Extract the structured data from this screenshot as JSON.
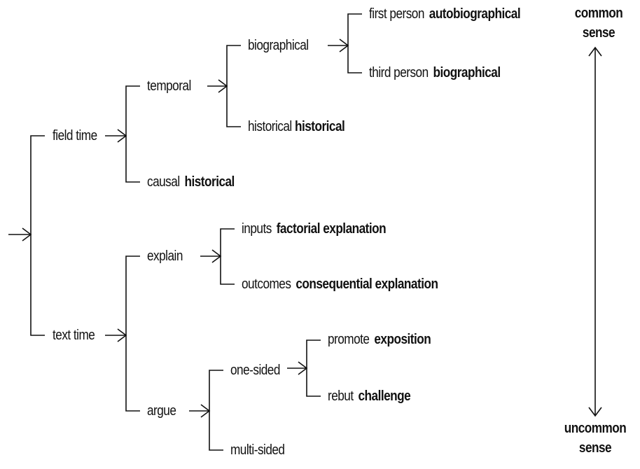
{
  "nodes": {
    "field_time": "field time",
    "text_time": "text time",
    "temporal": "temporal",
    "causal": "causal",
    "causal_genre": "historical",
    "biographical": "biographical",
    "historical_node": "historical",
    "historical_genre": "historical",
    "first_person": "first person",
    "first_person_genre": "autobiographical",
    "third_person": "third person",
    "third_person_genre": "biographical",
    "explain": "explain",
    "argue": "argue",
    "inputs": "inputs",
    "inputs_genre": "factorial explanation",
    "outcomes": "outcomes",
    "outcomes_genre": "consequential explanation",
    "one_sided": "one-sided",
    "multi_sided": "multi-sided",
    "promote": "promote",
    "promote_genre": "exposition",
    "rebut": "rebut",
    "rebut_genre": "challenge"
  },
  "scale": {
    "top_line1": "common",
    "top_line2": "sense",
    "bottom_line1": "uncommon",
    "bottom_line2": "sense"
  }
}
